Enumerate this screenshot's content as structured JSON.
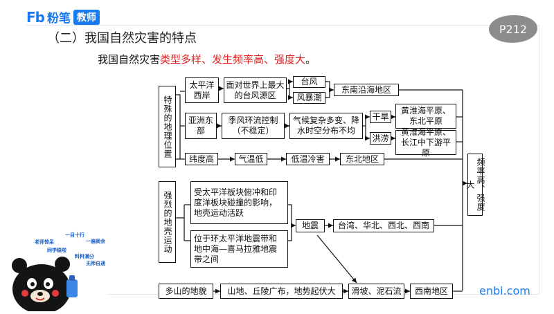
{
  "header": {
    "logo_mark": "Fb",
    "brand": "粉笔",
    "badge": "教师",
    "page": "P212"
  },
  "section_title": "（二）我国自然灾害的特点",
  "summary": {
    "prefix": "我国自然灾害",
    "highlight": "类型多样、发生频率高、强度大",
    "suffix": "。"
  },
  "diagram": {
    "special_location": "特殊的地理位置",
    "pacific_west": "太平洋西岸",
    "typhoon_source": "面对世界上最大的台风源区",
    "typhoon": "台风",
    "rainstorm_tide": "风暴潮",
    "se_coast": "东南沿海地区",
    "east_asia": "亚洲东部",
    "monsoon": "季风环流控制（不稳定）",
    "climate_variable": "气候复杂多变、降水时空分布不均",
    "drought": "干旱",
    "huanghuai_north": "黄淮海平原、东北平原",
    "flood": "洪涝",
    "huanghuai_yangtze": "黄淮海平原、长江中下游平原",
    "high_latitude": "纬度高",
    "low_temp": "气温低",
    "cold_damage": "低温冷害",
    "northeast": "东北地区",
    "crust_activity": "强烈的地壳运动",
    "plate_collision": "受太平洋板块俯冲和印度洋板块碰撞的影响，地壳运动活跃",
    "seismic_belts": "位于环太平洋地震带和地中海—喜马拉雅地震带之间",
    "earthquake": "地震",
    "quake_regions": "台湾、华北、西北、西南",
    "frequency_intensity": "频率高、强度大",
    "mountainous": "多山的地貌",
    "terrain": "山地、丘陵广布，地势起伏大",
    "landslide": "滑坡、泥石流",
    "southwest": "西南地区"
  },
  "mascot": {
    "tags": [
      "老师惊呆",
      "一目十行",
      "同学稳啦",
      "一遍就会",
      "料料满分",
      "无师自通"
    ]
  },
  "watermark": "enbi.com",
  "colors": {
    "brand_blue": "#1a7bf0",
    "highlight_red": "#e02020",
    "badge_gray": "#8c8c8c"
  }
}
